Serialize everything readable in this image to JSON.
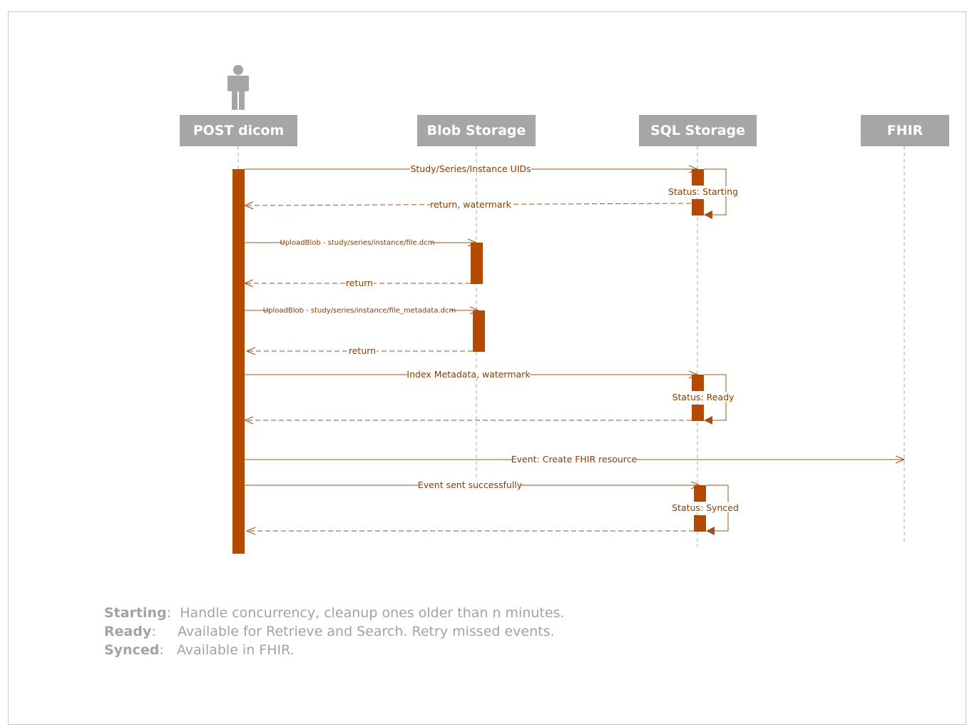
{
  "participants": [
    {
      "id": "post",
      "label": "POST dicom"
    },
    {
      "id": "blob",
      "label": "Blob Storage"
    },
    {
      "id": "sql",
      "label": "SQL Storage"
    },
    {
      "id": "fhir",
      "label": "FHIR"
    }
  ],
  "messages": [
    {
      "id": "m1",
      "label": "Study/Series/Instance UIDs"
    },
    {
      "id": "m1-note",
      "label": "Status: Starting"
    },
    {
      "id": "m1-return",
      "label": "return, watermark"
    },
    {
      "id": "m2",
      "label": "UploadBlob - study/series/instance/file.dcm"
    },
    {
      "id": "m2-return",
      "label": "return"
    },
    {
      "id": "m3",
      "label": "UploadBlob - study/series/instance/file_metadata.dcm"
    },
    {
      "id": "m3-return",
      "label": "return"
    },
    {
      "id": "m4",
      "label": "Index Metadata, watermark"
    },
    {
      "id": "m4-note",
      "label": "Status: Ready"
    },
    {
      "id": "m5",
      "label": "Event: Create FHIR resource"
    },
    {
      "id": "m6",
      "label": "Event sent successfully"
    },
    {
      "id": "m6-note",
      "label": "Status: Synced"
    }
  ],
  "legend": [
    {
      "term": "Starting",
      "sep": ":",
      "description": "Handle concurrency, cleanup ones older than n minutes."
    },
    {
      "term": "Ready",
      "sep": ":",
      "description": "Available for Retrieve and Search. Retry missed events."
    },
    {
      "term": "Synced",
      "sep": ":",
      "description": "Available in FHIR."
    }
  ],
  "colors": {
    "header": "#a6a6a6",
    "activation": "#b34a00",
    "message": "#a0501a",
    "label": "#8a3b00",
    "legend": "#a3a3a3"
  }
}
